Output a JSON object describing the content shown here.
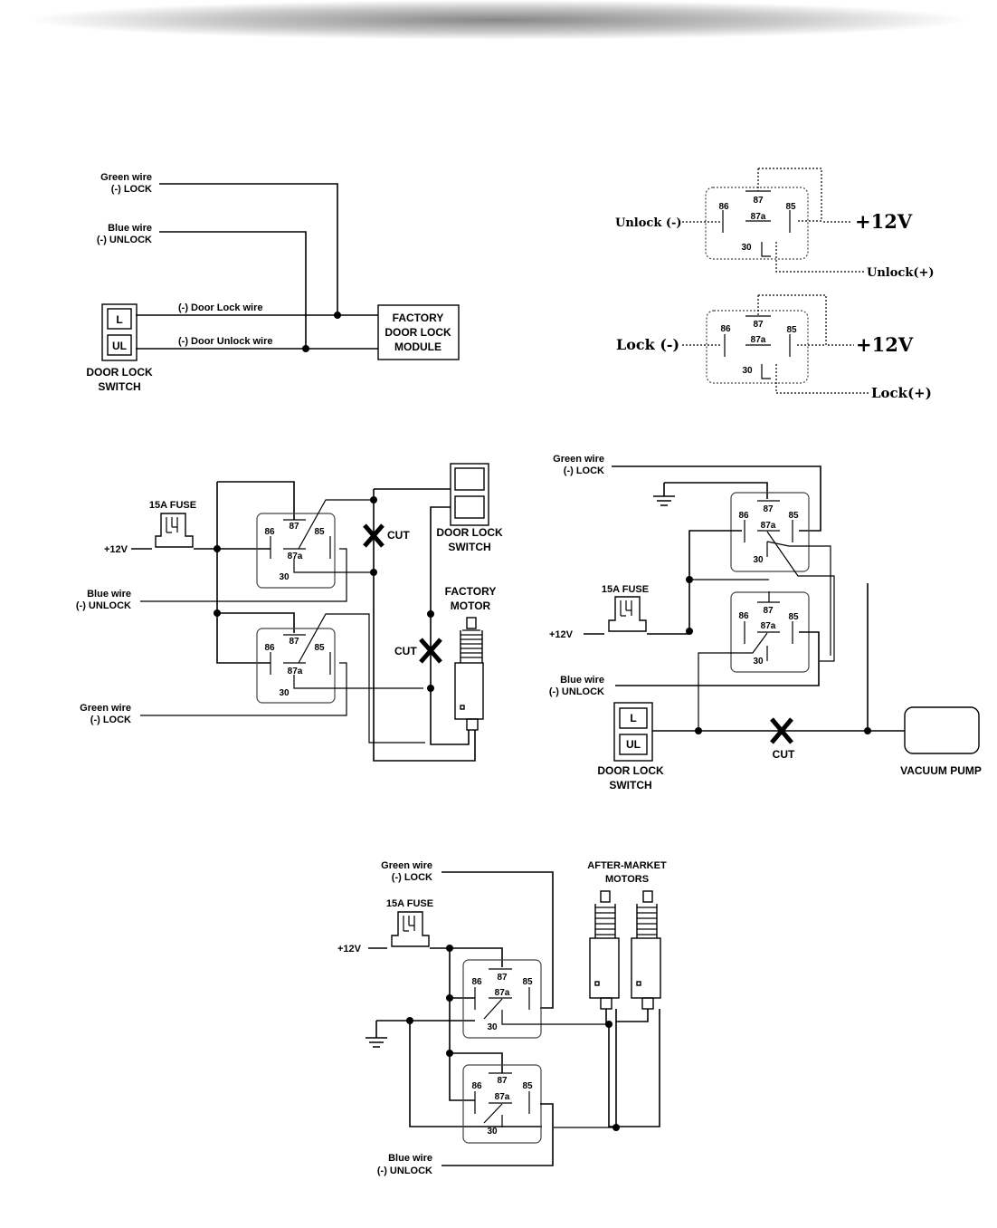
{
  "diagram_a": {
    "green_wire": "Green wire",
    "lock": "(-) LOCK",
    "blue_wire": "Blue wire",
    "unlock": "(-) UNLOCK",
    "door_lock_wire": "(-) Door Lock wire",
    "door_unlock_wire": "(-) Door Unlock wire",
    "switch_l": "L",
    "switch_ul": "UL",
    "switch_label_1": "DOOR LOCK",
    "switch_label_2": "SWITCH",
    "module_1": "FACTORY",
    "module_2": "DOOR LOCK",
    "module_3": "MODULE"
  },
  "relay_pins": {
    "p86": "86",
    "p87": "87",
    "p87a": "87a",
    "p85": "85",
    "p30": "30"
  },
  "relay_unlock": {
    "input": "Unlock (-)",
    "supply": "+12V",
    "output": "Unlock(+)"
  },
  "relay_lock": {
    "input": "Lock (-)",
    "supply": "+12V",
    "output": "Lock(+)"
  },
  "diagram_b": {
    "fuse": "15A FUSE",
    "plus12": "+12V",
    "blue_wire": "Blue wire",
    "unlock": "(-) UNLOCK",
    "green_wire": "Green wire",
    "lock": "(-) LOCK",
    "cut": "CUT",
    "switch_1": "DOOR LOCK",
    "switch_2": "SWITCH",
    "motor_1": "FACTORY",
    "motor_2": "MOTOR"
  },
  "diagram_c": {
    "green_wire": "Green wire",
    "lock": "(-) LOCK",
    "fuse": "15A FUSE",
    "plus12": "+12V",
    "blue_wire": "Blue wire",
    "unlock": "(-) UNLOCK",
    "switch_l": "L",
    "switch_ul": "UL",
    "switch_1": "DOOR LOCK",
    "switch_2": "SWITCH",
    "cut": "CUT",
    "pump": "VACUUM PUMP"
  },
  "diagram_d": {
    "green_wire": "Green wire",
    "lock": "(-) LOCK",
    "fuse": "15A FUSE",
    "plus12": "+12V",
    "blue_wire": "Blue wire",
    "unlock": "(-) UNLOCK",
    "motors_1": "AFTER-MARKET",
    "motors_2": "MOTORS"
  }
}
